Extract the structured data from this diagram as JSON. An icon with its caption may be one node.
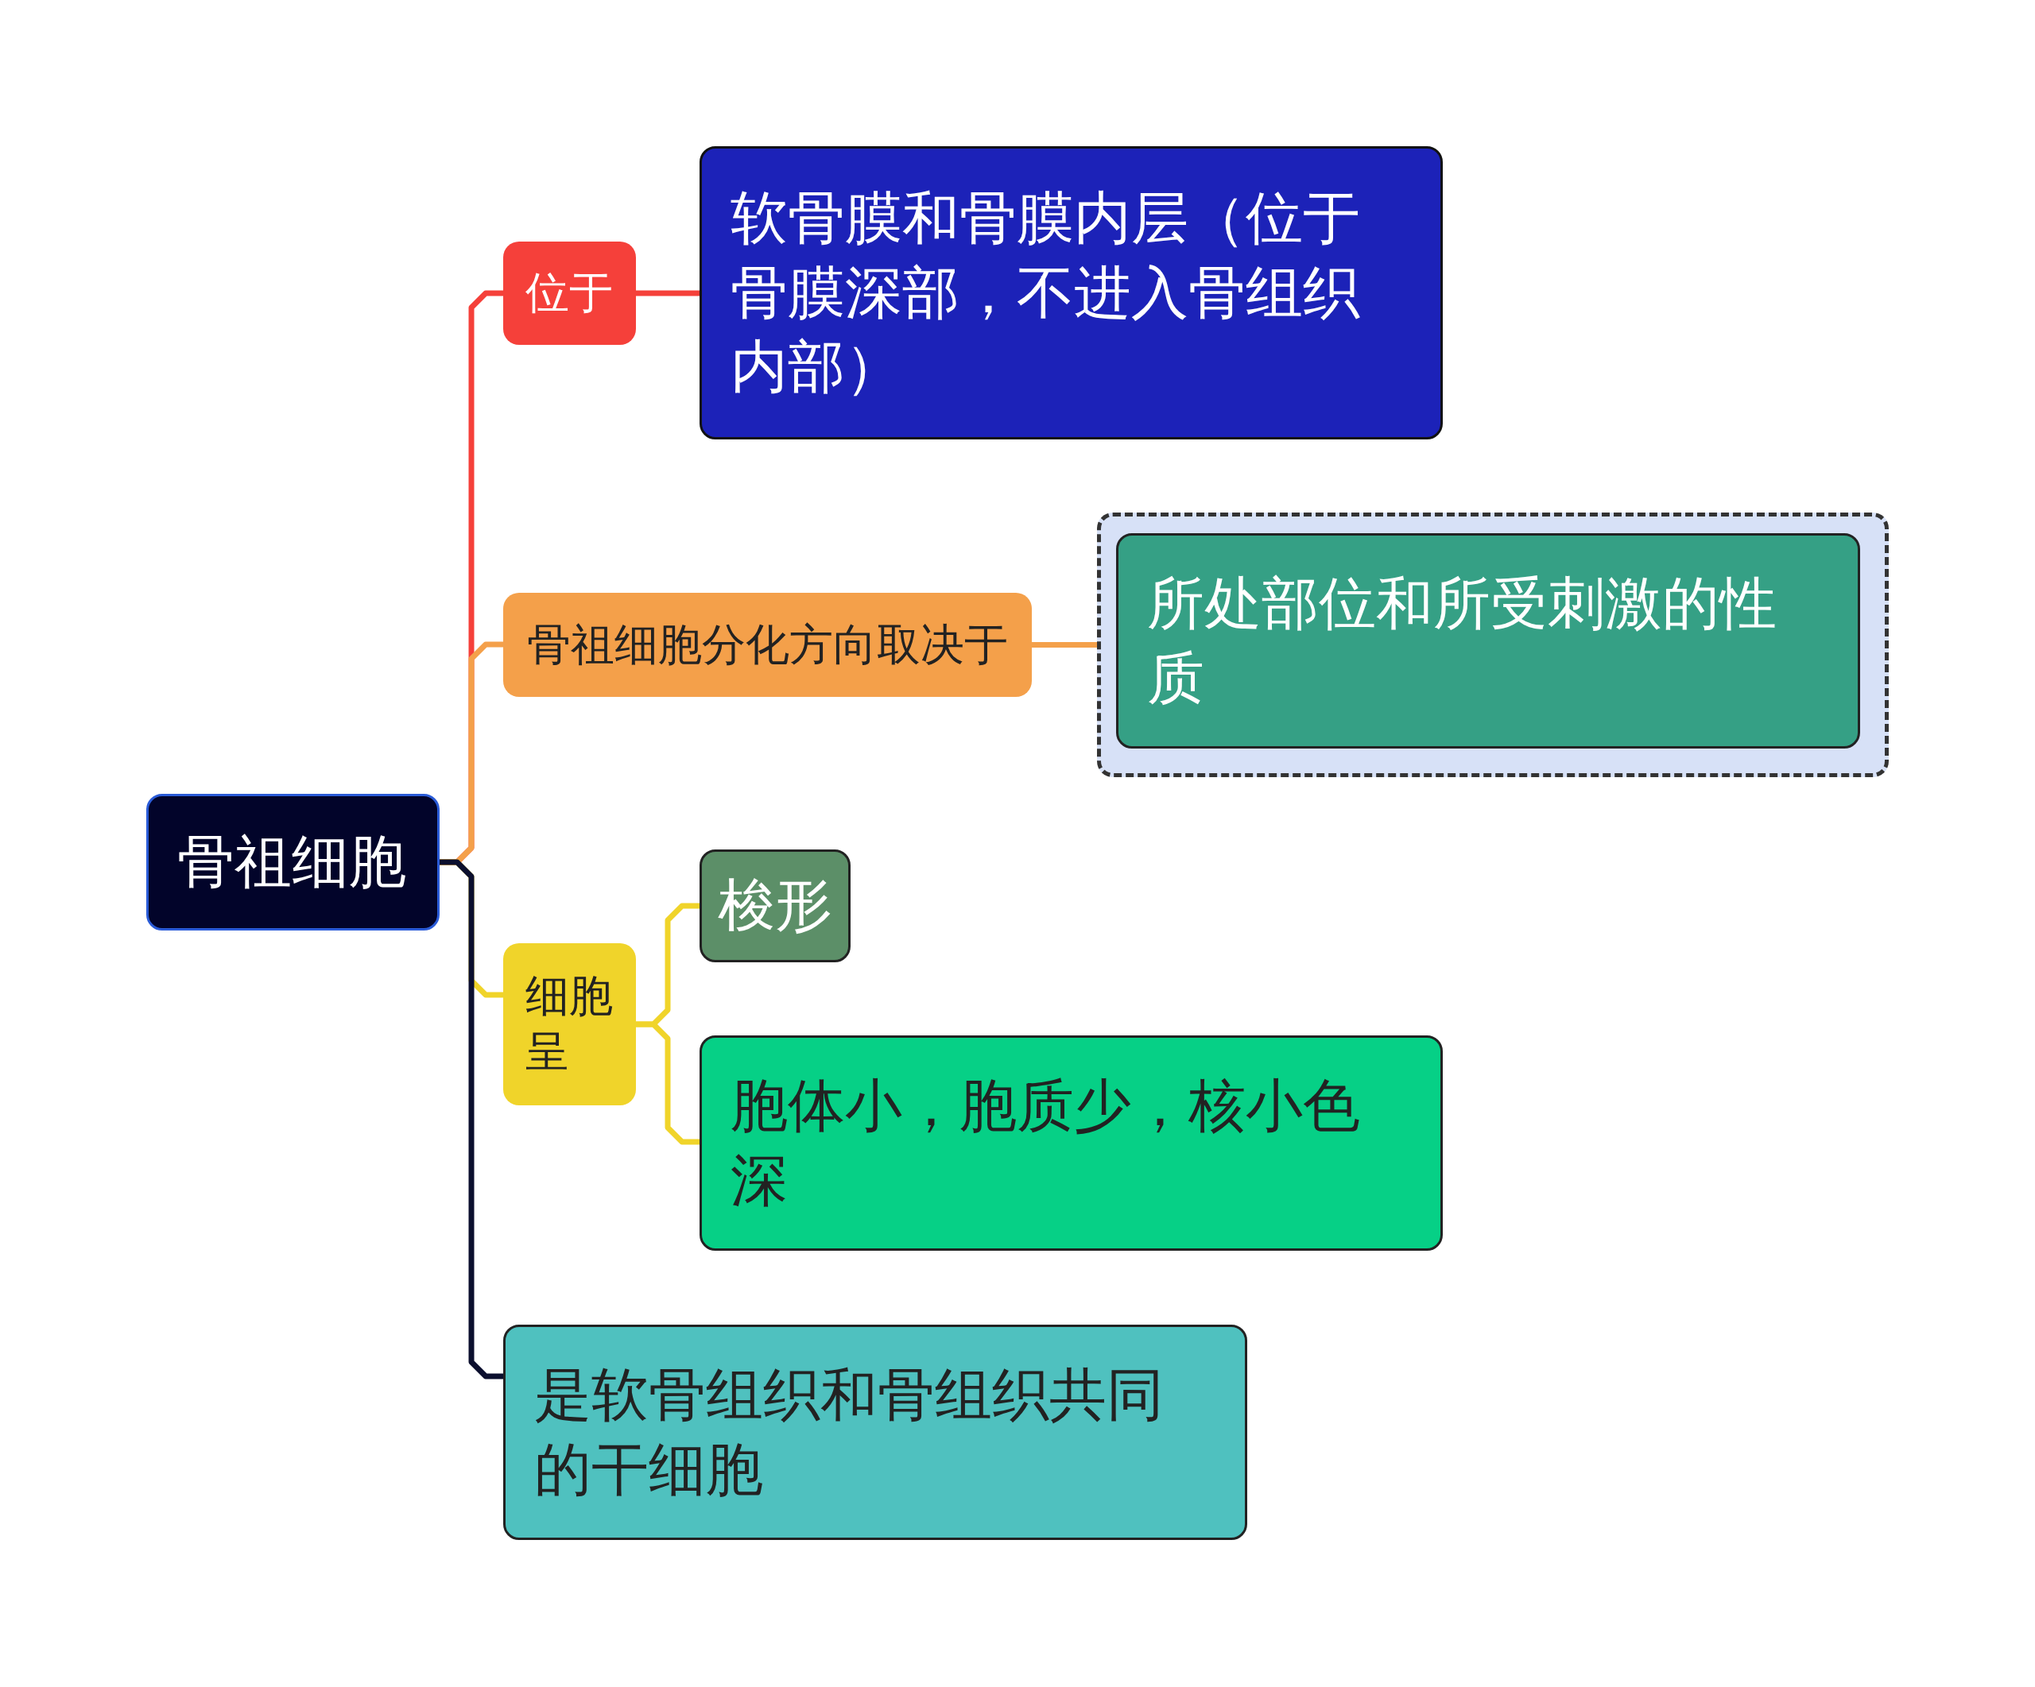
{
  "diagram": {
    "nodes": [
      {
        "text": [
          "骨祖细胞"
        ]
      },
      {
        "text": [
          "位于"
        ]
      },
      {
        "text": [
          "软骨膜和骨膜内层（位于骨膜深部，不进入骨组织内部）"
        ]
      },
      {
        "text": [
          "骨祖细胞分化方向取决于"
        ]
      },
      {
        "text": [],
        "shape": "box"
      },
      {
        "text": [
          "所处部位和所受刺激的性质"
        ],
        "in": 4
      },
      {
        "text": [
          "细胞呈"
        ]
      },
      {
        "text": [
          "梭形"
        ]
      },
      {
        "text": [
          "胞体小，胞质少，核小色深"
        ]
      },
      {
        "text": [
          "是软骨组织和骨组织共同的干细胞"
        ]
      }
    ],
    "edges": [
      {
        "from": 0,
        "to": 1,
        "arrow": "none",
        "color": "#f5403a"
      },
      {
        "from": 0,
        "to": 3,
        "arrow": "none",
        "color": "#f4a04a"
      },
      {
        "from": 0,
        "to": 6,
        "arrow": "none",
        "color": "#f0d42a"
      },
      {
        "from": 0,
        "to": 9,
        "arrow": "none",
        "color": "#0b0f2e"
      },
      {
        "from": 1,
        "to": 2,
        "arrow": "none",
        "color": "#f5403a"
      },
      {
        "from": 3,
        "to": 4,
        "arrow": "none",
        "color": "#f4a04a"
      },
      {
        "from": 6,
        "to": 7,
        "arrow": "none",
        "color": "#f0d42a"
      },
      {
        "from": 6,
        "to": 8,
        "arrow": "none",
        "color": "#f0d42a"
      }
    ]
  }
}
